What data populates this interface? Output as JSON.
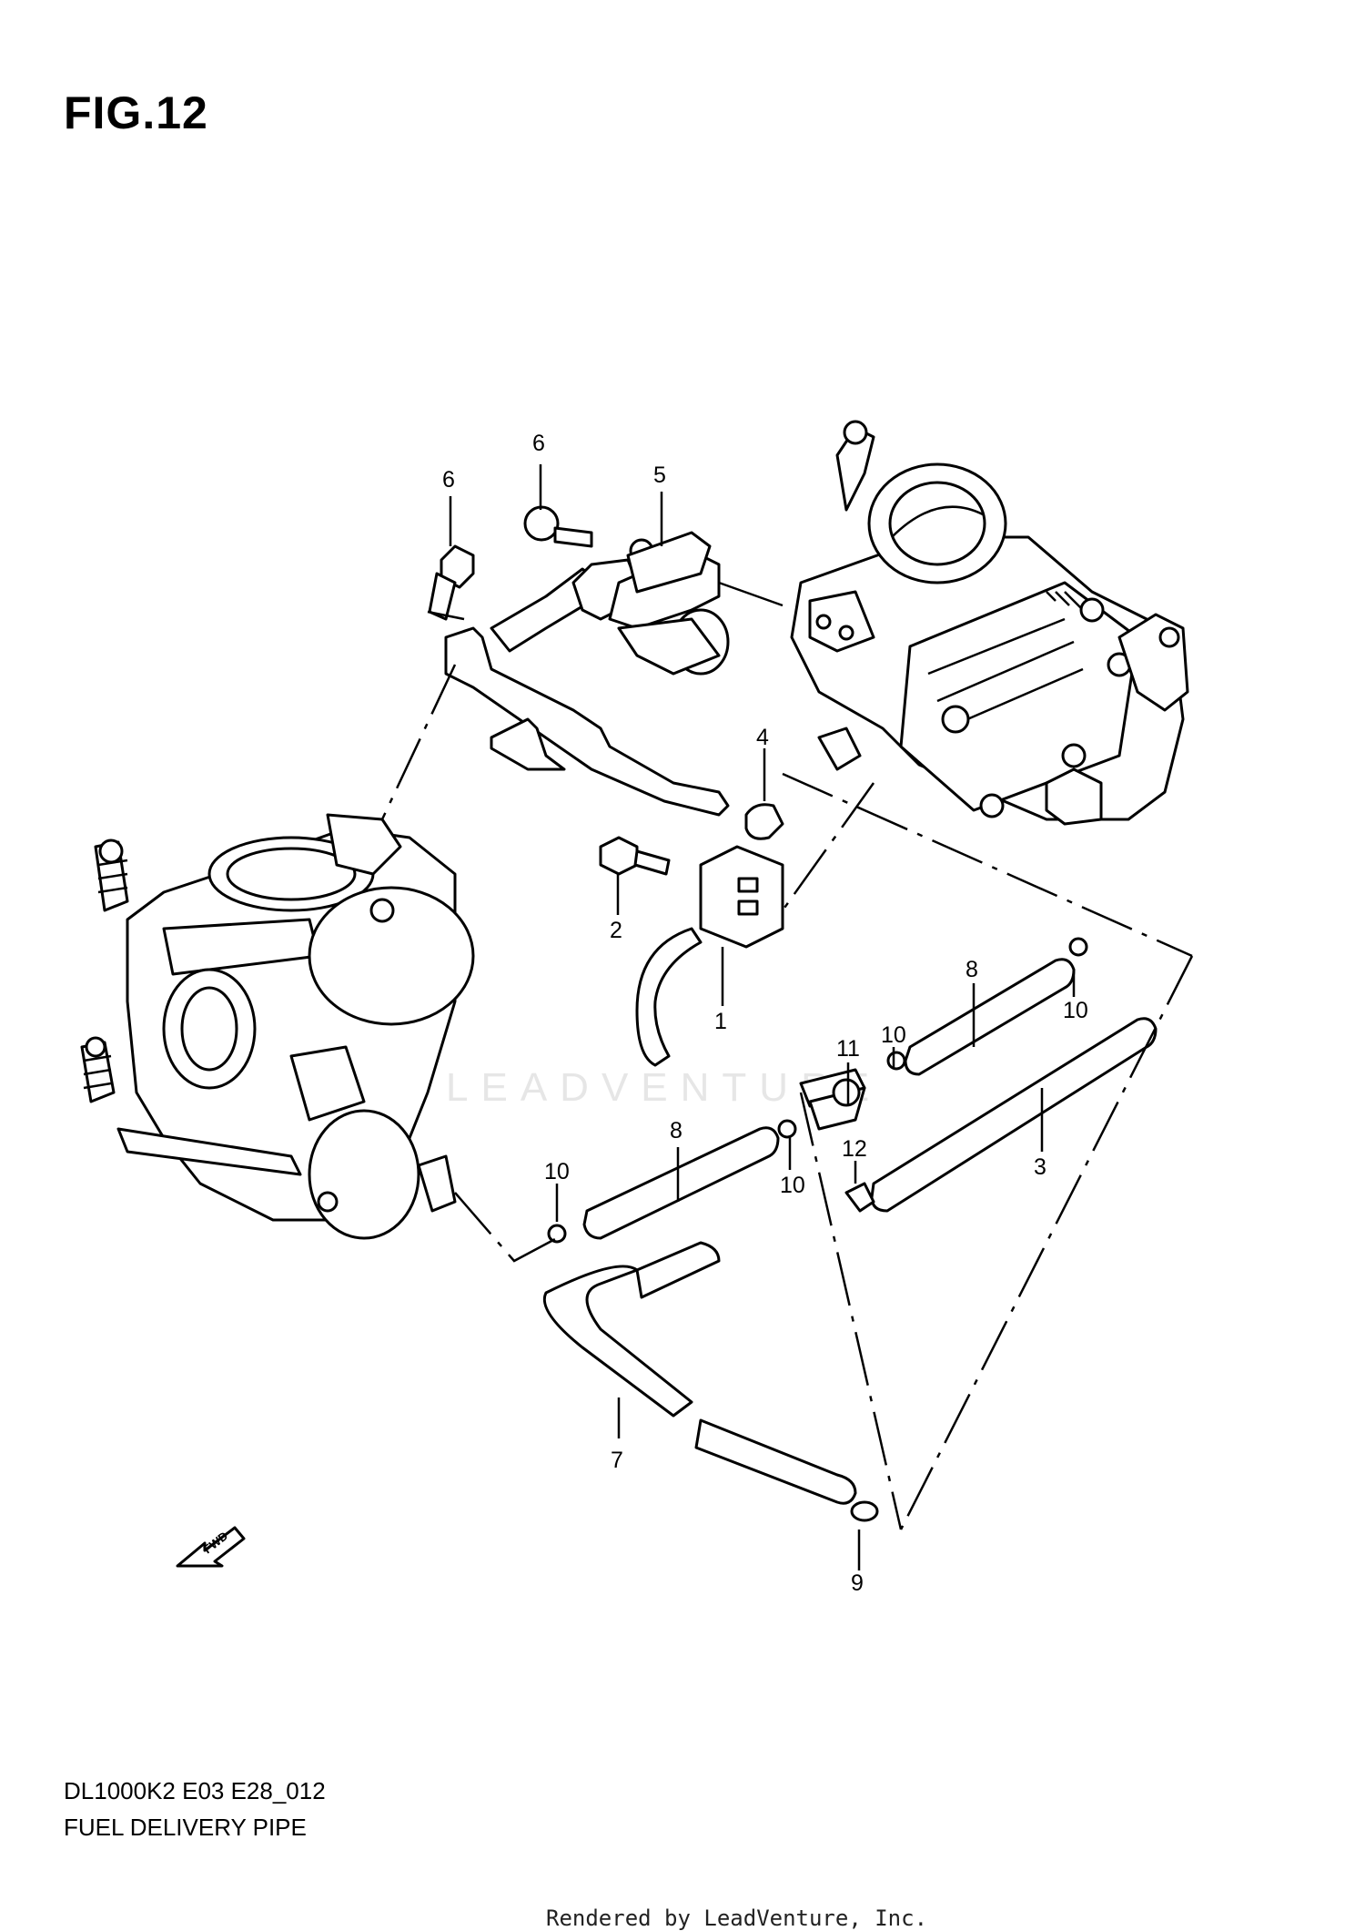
{
  "figure": {
    "title": "FIG.12",
    "code": "DL1000K2 E03 E28_012",
    "name": "FUEL DELIVERY PIPE"
  },
  "watermark": "LEADVENTURE",
  "fwd_label": "FWD",
  "footer": "Rendered by LeadVenture, Inc.",
  "callouts": {
    "p1": "1",
    "p2": "2",
    "p3": "3",
    "p4": "4",
    "p5": "5",
    "p6a": "6",
    "p6b": "6",
    "p7": "7",
    "p8a": "8",
    "p8b": "8",
    "p9": "9",
    "p10a": "10",
    "p10b": "10",
    "p10c": "10",
    "p10d": "10",
    "p11": "11",
    "p12": "12"
  }
}
